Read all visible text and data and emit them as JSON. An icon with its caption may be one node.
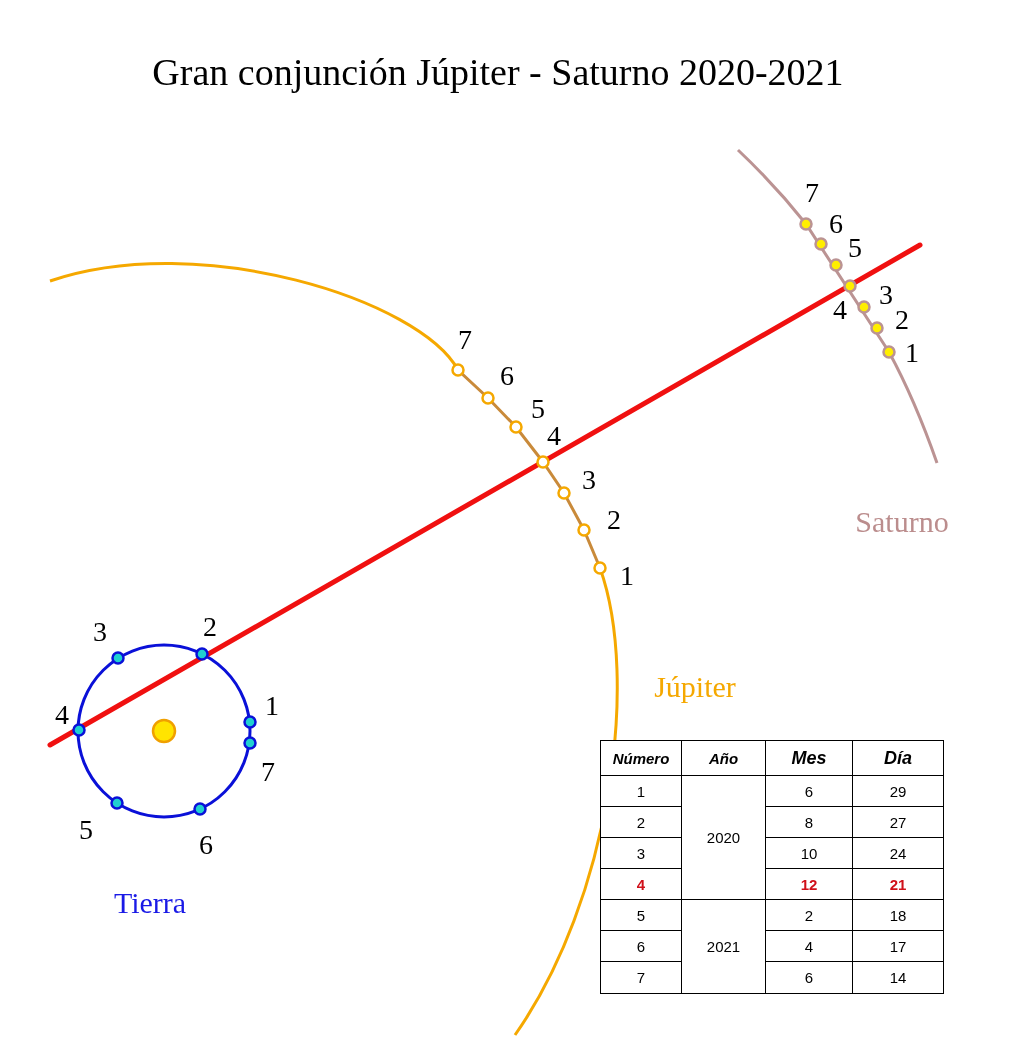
{
  "diagram": {
    "title": "Gran conjunción Júpiter - Saturno 2020-2021",
    "labels": [
      "7",
      "6",
      "5",
      "3",
      "4",
      "2",
      "1",
      "7",
      "6",
      "5",
      "4",
      "3",
      "2",
      "1",
      "Saturno",
      "3",
      "2",
      "4",
      "1",
      "7",
      "5",
      "6",
      "Júpiter",
      "Tierra",
      "Número",
      "Año",
      "Mes",
      "Día",
      "1",
      "2020",
      "6",
      "29",
      "2",
      "8",
      "27",
      "3",
      "10",
      "24",
      "4",
      "12",
      "21",
      "5",
      "2021",
      "2",
      "18",
      "6",
      "4",
      "17",
      "7",
      "6",
      "14"
    ]
  }
}
